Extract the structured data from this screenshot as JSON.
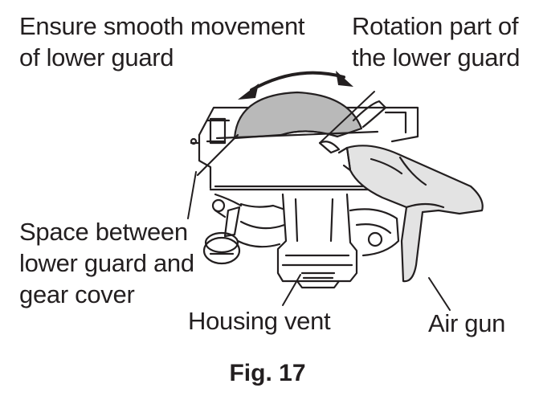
{
  "labels": {
    "smooth_movement": [
      "Ensure smooth movement",
      "of lower guard"
    ],
    "rotation_part": [
      "Rotation part of",
      "the lower guard"
    ],
    "space_between": [
      "Space between",
      "lower guard and",
      "gear cover"
    ],
    "housing_vent": "Housing vent",
    "air_gun": "Air gun"
  },
  "caption": "Fig. 17",
  "colors": {
    "line": "#231f20",
    "guard_fill": "#b9b9b9",
    "gun_fill": "#e3e3e3",
    "background": "#ffffff"
  }
}
